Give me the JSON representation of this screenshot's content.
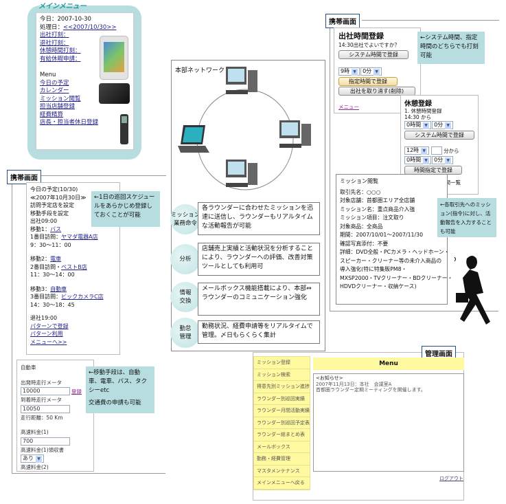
{
  "main_menu": {
    "title": "メインメニュー",
    "today": "今日：2007-10-30",
    "processing_date_label": "処理日：",
    "processing_date_link": "<<2007/10/30>>",
    "stamp_links": [
      "出社打刻：",
      "退社打刻：",
      "休憩時間打刻：",
      "有給休暇申請："
    ],
    "menu_heading": "Menu",
    "menu_links": [
      "今日の予定",
      "カレンダー",
      "ミッション閲覧",
      "担当店舗登録",
      "経費精算",
      "店長・担当者休日登録"
    ]
  },
  "mobile_left": {
    "label": "携帯画面",
    "schedule": {
      "lines_top": [
        "今日の予定(10/30)",
        "≪2007年10月30日≫",
        "訪問予定店を設定",
        "移動手段を設定",
        "出社09:00"
      ],
      "legs": [
        {
          "move_label": "移動1：",
          "move_link": "バス",
          "visit_label": "1番目訪問：",
          "visit_link": "ヤマダ電器A店",
          "time": "9：30～11：00"
        },
        {
          "move_label": "移動2：",
          "move_link": "電車",
          "visit_label": "2番目訪問・",
          "visit_link": "ベストB店",
          "time": "11：30～14：00"
        },
        {
          "move_label": "移動3：",
          "move_link": "自動車",
          "visit_label": "3番目訪問：",
          "visit_link": "ビックカメラC店",
          "time": "14：30～18：45"
        }
      ],
      "leave": "退社19:00",
      "links": [
        "パターンで登録",
        "パターン利用",
        "メニューへ>>"
      ]
    },
    "callout_schedule": "←1日の巡回スケジュールをあらかじめ登録しておくことが可能",
    "car": {
      "title": "自動車",
      "start_meter_label": "出発時走行メータ",
      "start_meter_value": "10000",
      "register_link": "登録",
      "end_meter_label": "到着時走行メータ",
      "end_meter_value": "10050",
      "distance": "走行距離：50 Km",
      "toll1_label": "高速料金(1)",
      "toll1_value": "700",
      "receipt_label": "高速料金(1)領収書",
      "receipt_value": "あり",
      "toll2_label": "高速料金(2)"
    },
    "callout_car": "←移動手段は、自動車、電車、バス、タクシーetc",
    "callout_car2": "交通費の申請も可能"
  },
  "network": {
    "title": "本部ネットワーク",
    "features": [
      {
        "name": "ミッション業務命令",
        "desc": "各ラウンダーに合わせたミッションを迅速に送信し、ラウンダーもリアルタイムな活動報告が可能"
      },
      {
        "name": "分析",
        "desc": "店舗売上実績と活動状況を分析することにより、ラウンダーへの評価、改善対策ツールとしても利用可"
      },
      {
        "name": "情報交換",
        "desc": "メールボックス機能搭載により、本部⇔ラウンダーのコミュニケーション強化"
      },
      {
        "name": "勤怠管理",
        "desc": "勤務状況、経費申請等をリアルタイムで管理。〆日もらくらく集計"
      }
    ]
  },
  "mobile_right": {
    "label": "携帯画面",
    "checkin": {
      "title": "出社時間登録",
      "question": "14:30出社でよいですか？",
      "system_btn": "システム時間で登録",
      "hour": "9時",
      "minute": "0分",
      "specified_btn": "指定時間で登録",
      "cancel_btn": "出社を取り消す(削除)",
      "menu_link": "メニュー"
    },
    "callout_checkin": "←システム時間、指定時間のどちらでも打刻可能",
    "break": {
      "title": "休憩登録",
      "subtitle": "1. 休憩時間登録",
      "from": "14:30 から",
      "hours": "0時間",
      "minutes": "0分",
      "system_btn": "システム時間で登録",
      "start_hour": "12時",
      "start_min_suffix": "分から",
      "hours2": "0時間",
      "minutes2": "0分",
      "specified_btn": "時間指定で登録",
      "list_text": "間一覧"
    },
    "mission": {
      "title": "ミッション閲覧",
      "lines": [
        "取引先名：○○○",
        "対象店舗：首都圏エリア全店舗",
        "ミッション名：重点商品介入強",
        "ミッション項目：注文取り",
        "対象商品：全商品",
        "期間：2007/10/01～2007/11/30",
        "確認写真添付：不要",
        "詳細：DVD全般・PCカメラ・ヘッドホーン・",
        "スピーカー・クリーナー等の未介入商品の",
        "導入強化(特に特集販PM8・",
        "MXSP2000・TVクリーナー・BDクリーナー・",
        "HDVDクリーナー・収納ケース)"
      ]
    },
    "callout_mission": "←各取引先へのミッション(指令)に対し、活動報告を入力することも可能"
  },
  "admin": {
    "label": "管理画面",
    "sidebar": [
      "ミッション登録",
      "ミッション検索",
      "得意先別ミッション進捗",
      "ラウンダー別巡回実績",
      "ラウンダー月間活動実績",
      "ラウンダー別巡回予定表",
      "ラウンダー総まとめ表",
      "メールボックス",
      "勤務・経費管理",
      "マスタメンテナンス",
      "メインメニューへ戻る"
    ],
    "header": "Menu",
    "notice_title": "<お知らせ>",
    "notice_date": "2007年11月13日：本社　会議室A",
    "notice_body": "首都圏ラウンダー定期ミーティングを開催します。",
    "logout": "ログアウト"
  },
  "colors": {
    "teal": "#b7dde1",
    "yellow": "#fff9a0",
    "link": "#22228a"
  }
}
